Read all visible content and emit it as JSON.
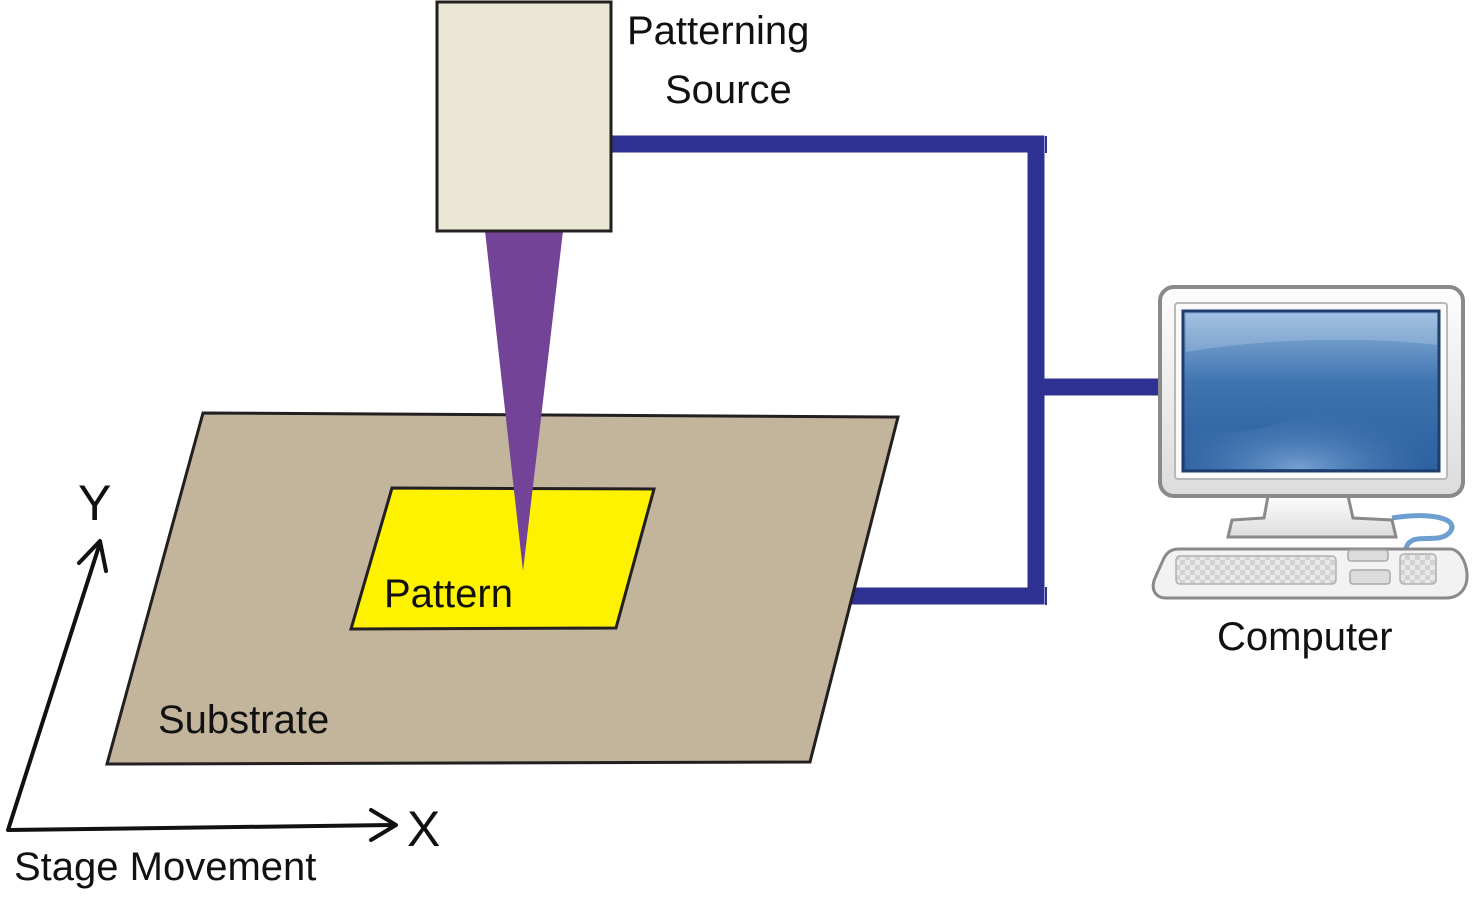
{
  "labels": {
    "source_line1": "Patterning",
    "source_line2": "Source",
    "pattern": "Pattern",
    "substrate": "Substrate",
    "computer": "Computer",
    "axis_x": "X",
    "axis_y": "Y",
    "stage": "Stage Movement"
  },
  "colors": {
    "source_box": "#e9e7d4",
    "beam": "#734397",
    "substrate": "#c2b59b",
    "pattern": "#fff200",
    "cable": "#2e3192",
    "screen": "#3b70ad",
    "monitor_frame": "#f4f4f4"
  },
  "icons": {
    "computer": "desktop-computer-icon",
    "keyboard": "keyboard-icon"
  }
}
